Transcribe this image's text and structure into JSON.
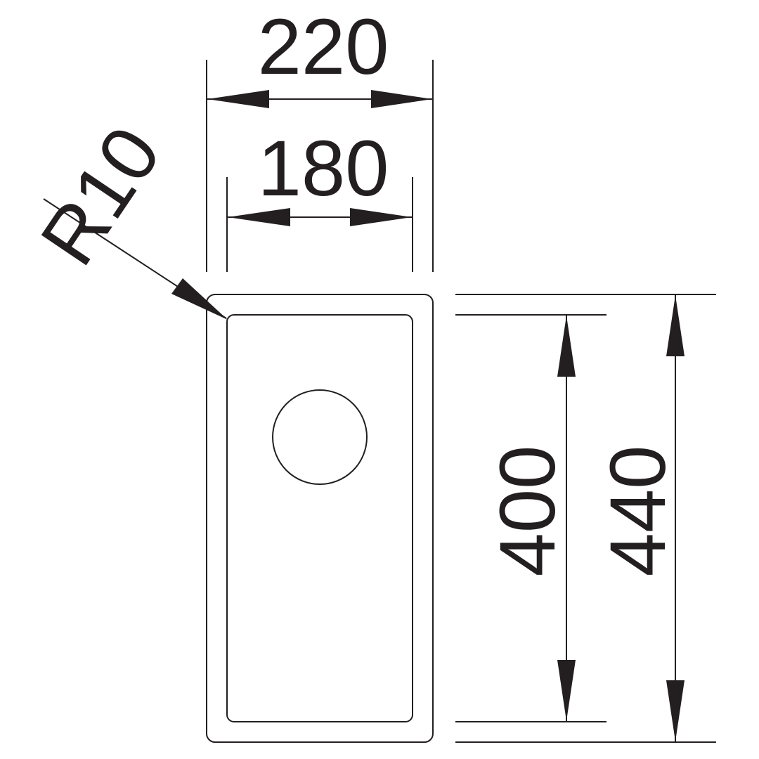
{
  "drawing": {
    "width_outer_label": "220",
    "width_inner_label": "180",
    "radius_label": "R10",
    "height_inner_label": "400",
    "height_outer_label": "440",
    "line_color": "#231f20"
  }
}
